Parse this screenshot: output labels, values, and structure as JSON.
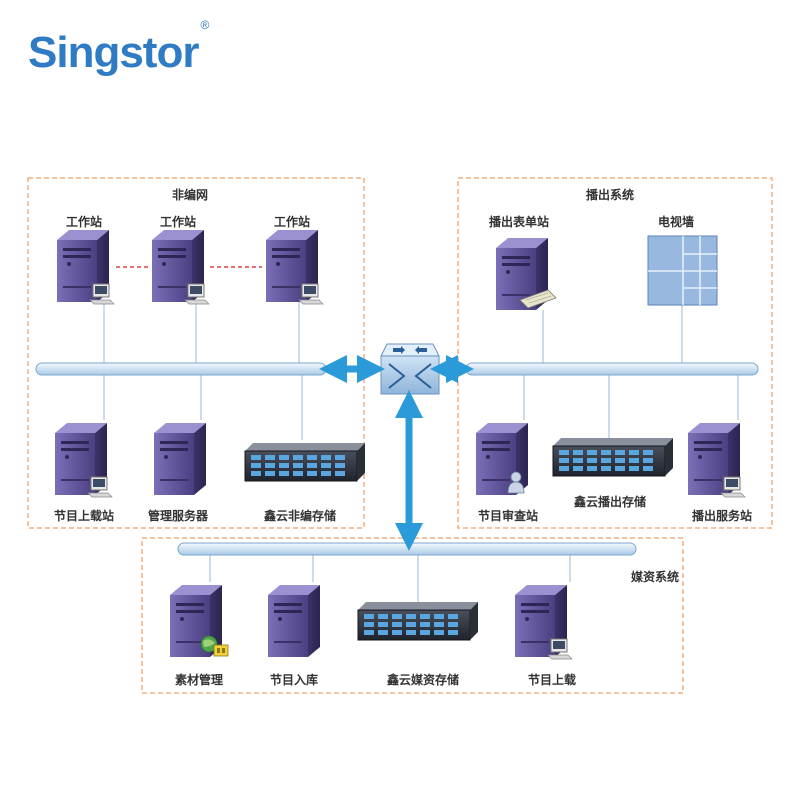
{
  "brand": {
    "name": "Singstor",
    "mark": "®"
  },
  "zones": {
    "nonlinear": {
      "title": "非编网"
    },
    "playout": {
      "title": "播出系统"
    },
    "media": {
      "title": "媒资系统"
    }
  },
  "nodes": {
    "workstation_1": "工作站",
    "workstation_2": "工作站",
    "workstation_3": "工作站",
    "upload_station": "节目上载站",
    "management_server": "管理服务器",
    "nonlinear_storage": "鑫云非编存储",
    "schedule_station": "播出表单站",
    "video_wall": "电视墙",
    "review_station": "节目审查站",
    "playout_storage": "鑫云播出存储",
    "playout_server": "播出服务站",
    "material_management": "素材管理",
    "archive_ingest": "节目入库",
    "media_storage": "鑫云媒资存储",
    "program_upload": "节目上载"
  },
  "colors": {
    "brand": "#2f7bc4",
    "zone_border": "#f0b080",
    "bus": "#dbeaf7",
    "bus_stroke": "#7aa6cc",
    "arrow": "#2a9ad8",
    "tower": "#5a4f91",
    "link_red": "#e04040"
  }
}
